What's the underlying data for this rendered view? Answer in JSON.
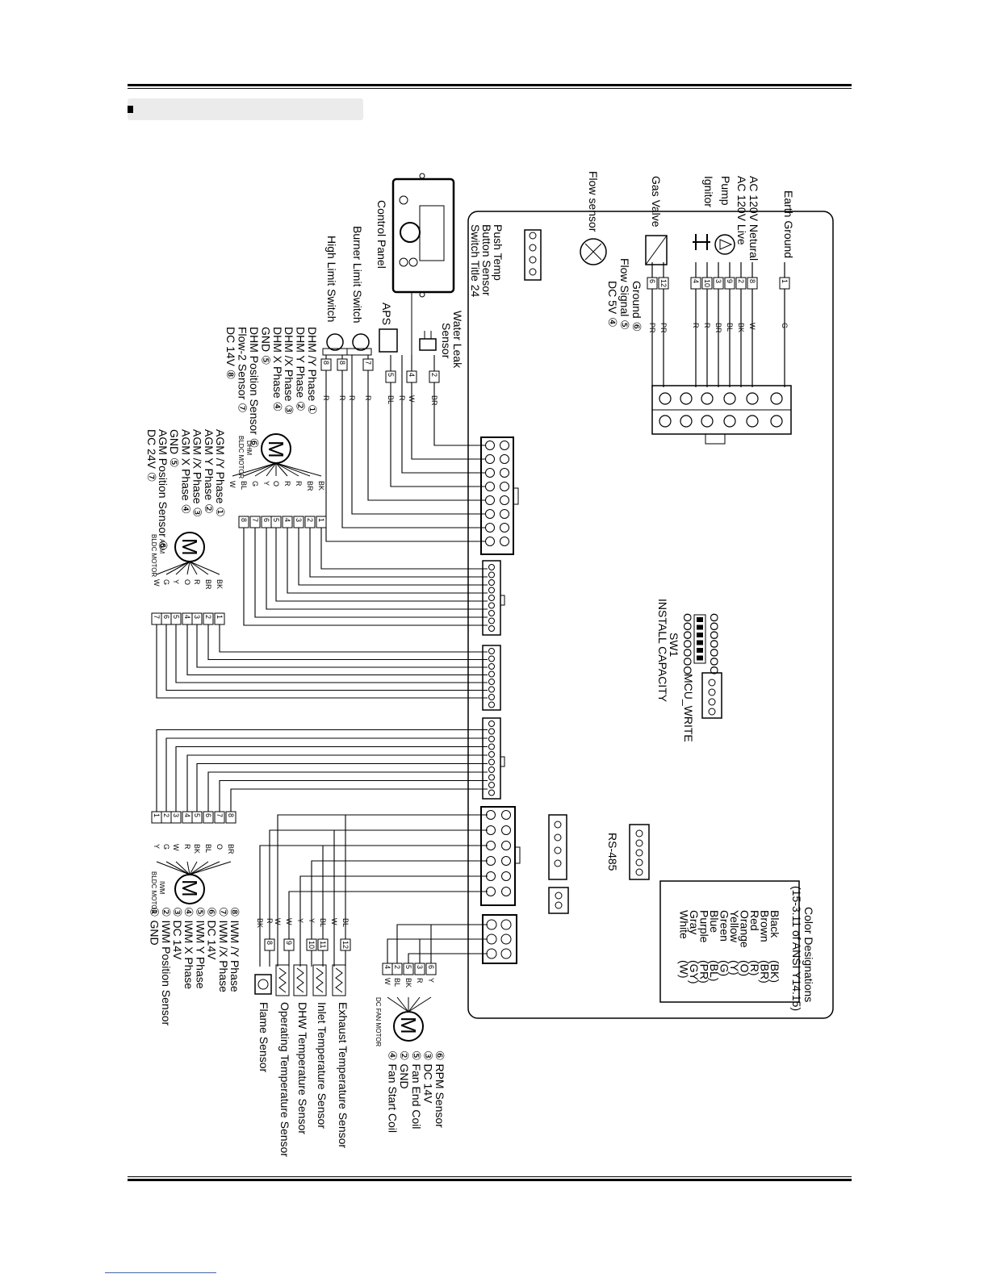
{
  "labels": {
    "earth_ground": "Earth Ground",
    "ac_neutral": "AC 120V Netural",
    "ac_live": "AC 120V Live",
    "pump": "Pump",
    "ignitor": "Ignitor",
    "gas_valve": "Gas Valve",
    "flow_sensor": "Flow sensor",
    "flow_ground": "Ground",
    "flow_signal": "Flow Signal",
    "flow_dc5v": "DC 5V",
    "control_panel": "Control Panel",
    "push_button": "Push   Temp",
    "button_sensor": "Button Sensor",
    "switch_title": "Switch Title 24",
    "water_leak": "Water Leak",
    "water_leak_sensor": "Sensor",
    "aps": "APS",
    "burner_limit": "Burner Limit Switch",
    "high_limit": "High Limit Switch",
    "dhm_motor": "DHM",
    "dhm_motor_sub": "BLDC MOTOR",
    "agm_motor": "AGM",
    "agm_motor_sub": "BLDC MOTOR",
    "iwm_motor": "IWM",
    "iwm_motor_sub": "BLDC MOTOR",
    "dc_fan_motor": "DC FAN MOTOR",
    "rs485": "RS-485",
    "mcu_write": "MCU_WRITE",
    "sw1": "SW1",
    "install_capacity": "INSTALL CAPACITY",
    "dip_top": "OOOOOOO",
    "dip_bottom": "OOOOOOO",
    "flame_sensor": "Flame Sensor",
    "operating_temp": "Operating Temperature Sensor",
    "dhw_temp": "DHW Temperature Sensor",
    "inlet_temp": "Inlet Temperature Sensor",
    "exhaust_temp": "Exhaust Temperature Sensor",
    "motor_symbol": "M"
  },
  "dhm_legend": [
    "DHM /Y Phase ①",
    "DHM Y Phase ②",
    "DHM /X Phase ③",
    "DHM X Phase ④",
    "GND ⑤",
    "DHM Position Sensor ⑥",
    "Flow-2 Sensor ⑦",
    "DC 14V ⑧"
  ],
  "agm_legend": [
    "AGM /Y Phase ①",
    "AGM Y Phase ②",
    "AGM /X Phase ③",
    "AGM X Phase ④",
    "GND ⑤",
    "AGM Position Sensor ⑥",
    "DC 24V ⑦"
  ],
  "iwm_legend": [
    "⑧ IWM /Y Phase",
    "⑦ IWM /X Phase",
    "⑥ DC 14V",
    "⑤ IWM Y Phase",
    "④ IWM X Phase",
    "③ DC 14V",
    "② IWM Position Sensor",
    "① GND"
  ],
  "fan_legend": [
    "⑥ RPM Sensor",
    "③ DC 14V",
    "⑤ Fan End Coil",
    "② GND",
    "④ Fan Start Coil"
  ],
  "flow_pins": {
    "ground": "⑥",
    "signal": "⑤",
    "dc5v": "④"
  },
  "color_designations": {
    "title": "Color Designations",
    "subtitle": "(15-3.11 of ANSI Y14.15)",
    "rows": [
      {
        "name": "Black",
        "code": "(BK)"
      },
      {
        "name": "Brown",
        "code": "(BR)"
      },
      {
        "name": "Red",
        "code": "(R)"
      },
      {
        "name": "Orange",
        "code": "(O)"
      },
      {
        "name": "Yellow",
        "code": "(Y)"
      },
      {
        "name": "Green",
        "code": "(G)"
      },
      {
        "name": "Blue",
        "code": "(BL)"
      },
      {
        "name": "Purple",
        "code": "(PR)"
      },
      {
        "name": "Gray",
        "code": "(GY)"
      },
      {
        "name": "White",
        "code": "(W)"
      }
    ]
  },
  "ac_wires": [
    {
      "name": "Earth Ground",
      "pin": "1",
      "color": "G"
    },
    {
      "name": "AC 120V Netural",
      "pin": "8",
      "color": "W"
    },
    {
      "name": "AC 120V Live",
      "pin": "2",
      "color": "BK"
    },
    {
      "name": "Pump",
      "pin": "9",
      "color": "BL"
    },
    {
      "name": "Pump",
      "pin": "3",
      "color": "BR"
    },
    {
      "name": "Ignitor",
      "pin": "10",
      "color": "R"
    },
    {
      "name": "Ignitor",
      "pin": "4",
      "color": "R"
    },
    {
      "name": "Gas Valve",
      "pin": "12",
      "color": "PR"
    },
    {
      "name": "Gas Valve",
      "pin": "6",
      "color": "PR"
    }
  ],
  "dhm_wires": [
    "BK",
    "BR",
    "R",
    "R",
    "O",
    "Y",
    "G",
    "BL",
    "W"
  ],
  "agm_wires": [
    "BK",
    "BR",
    "R",
    "O",
    "Y",
    "G",
    "W"
  ],
  "iwm_wires": [
    "BR",
    "O",
    "BL",
    "BK",
    "R",
    "W",
    "G",
    "Y"
  ],
  "fan_wires": [
    "Y",
    "R",
    "BK",
    "BL",
    "W"
  ]
}
